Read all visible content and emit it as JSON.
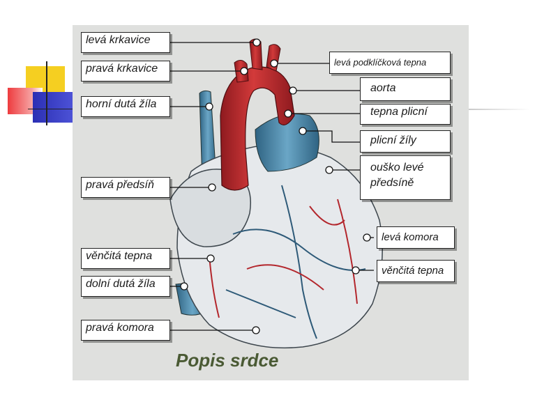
{
  "labels": {
    "leva_krkavice": "levá krkavice",
    "prava_krkavice": "pravá krkavice",
    "horni_duta_zila": "horní dutá žíla",
    "leva_podklickova_tepna": "levá podklíčková tepna",
    "aorta": "aorta",
    "tepna_plicni": "tepna plicní",
    "plicni_zily": "plicní žíly",
    "ousko_leve_predsine_1": "ouško levé",
    "ousko_leve_predsine_2": "předsíně",
    "prava_predsin": "pravá předsíň",
    "leva_komora": "levá komora",
    "vencita_tepna_right": "věnčitá tepna",
    "vencita_tepna_left": "věnčitá tepna",
    "dolni_duta_zila": "dolní dutá žíla",
    "prava_komora": "pravá komora"
  },
  "caption": "Popis srdce",
  "colors": {
    "panel_bg": "#dfe0de",
    "aorta_red": "#b3262c",
    "vein_blue": "#4c86a8",
    "heart_pale": "#e9ecef",
    "caption_green": "#4a5a34",
    "deco_yellow": "#f5cf21",
    "deco_blue": "#2b2fb4",
    "deco_red": "#ee3b3e"
  }
}
